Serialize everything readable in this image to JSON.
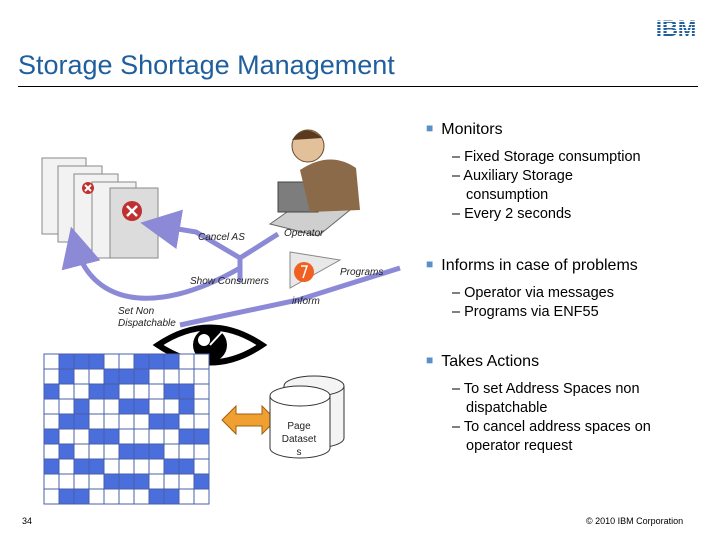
{
  "slide": {
    "title": "Storage Shortage Management",
    "logo_text": "IBM",
    "page_number": "34",
    "copyright": "© 2010 IBM Corporation"
  },
  "diagram": {
    "cancel_label": "Cancel AS",
    "operator_label": "Operator",
    "show_consumers_label": "Show Consumers",
    "programs_label": "Programs",
    "inform_label": "inform",
    "set_nondispatchable_label": "Set Non Dispatchable",
    "page_dataset_label": "Page Dataset s"
  },
  "bullets": [
    {
      "heading": "Monitors",
      "items": [
        "Fixed Storage consumption",
        "Auxiliary Storage consumption",
        "Every 2 seconds"
      ]
    },
    {
      "heading": "Informs in case of problems",
      "items": [
        "Operator via messages",
        "Programs via ENF55"
      ]
    },
    {
      "heading": "Takes Actions",
      "items": [
        "To set Address Spaces non dispatchable",
        "To cancel address spaces on operator request"
      ]
    }
  ],
  "colors": {
    "title": "#1f5f9e",
    "bullet_square": "#5a8fc8",
    "arrow": "#8c8ad6",
    "grid_cell": "#4a6edb",
    "double_arrow": "#f0a030"
  }
}
